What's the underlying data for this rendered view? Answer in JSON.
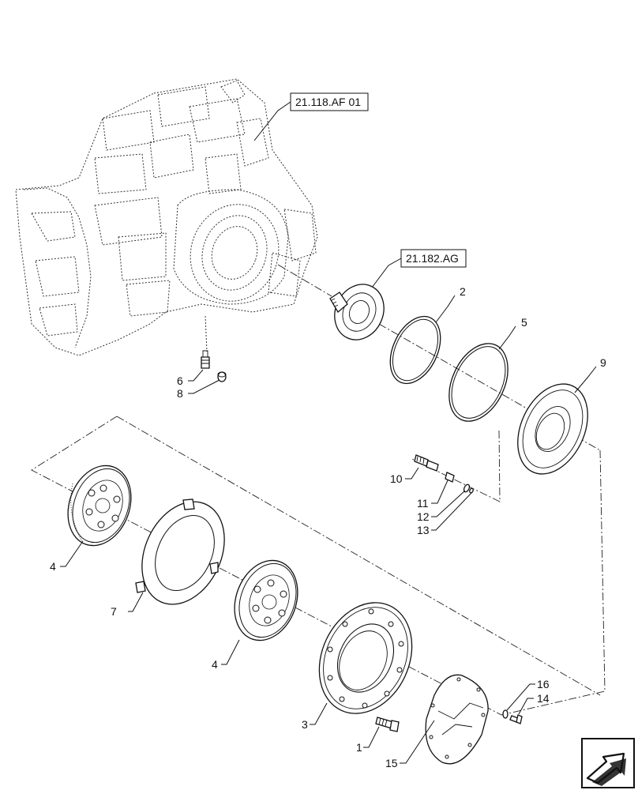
{
  "references": {
    "housing_ref": "21.118.AF 01",
    "hub_ref": "21.182.AG"
  },
  "callouts": {
    "c1": "1",
    "c2": "2",
    "c3": "3",
    "c4a": "4",
    "c4b": "4",
    "c5": "5",
    "c6": "6",
    "c7": "7",
    "c8": "8",
    "c9": "9",
    "c10": "10",
    "c11": "11",
    "c12": "12",
    "c13": "13",
    "c14": "14",
    "c15": "15",
    "c16": "16"
  },
  "icons": {
    "nav": "arrow-icon"
  }
}
